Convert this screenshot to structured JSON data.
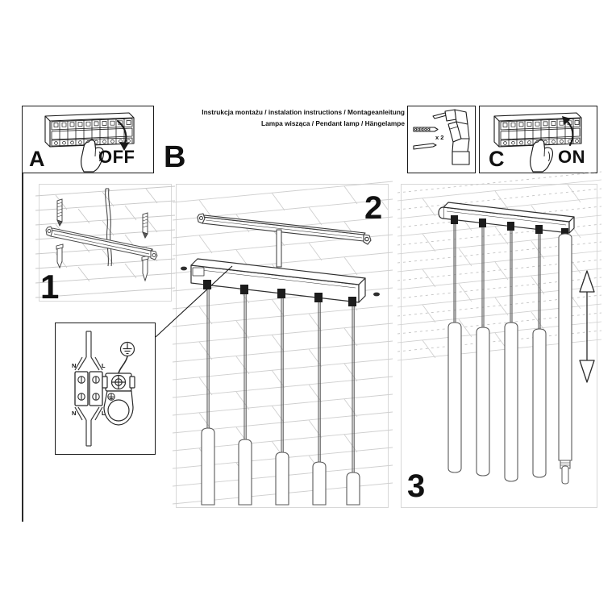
{
  "document": {
    "type": "assembly-instruction-sheet",
    "header_lines": [
      "Instrukcja montażu / instalation instructions / Montageanleitung",
      "Lampa wisząca / Pendant lamp / Hängelampe"
    ],
    "languages": [
      "Polish",
      "English",
      "German"
    ],
    "product": "Pendant lamp / Lampa wisząca / Hängelampe"
  },
  "safety_panels": [
    {
      "letter": "A",
      "label": "OFF",
      "icon": "circuit-breaker-panel-icon",
      "hand": "hand-pressing-icon",
      "arrow": "arrow-down-curved-icon",
      "meaning": "Switch the mains circuit breaker OFF before installation"
    },
    {
      "letter": "C",
      "label": "ON",
      "icon": "circuit-breaker-panel-icon",
      "hand": "hand-pressing-icon",
      "arrow": "arrow-up-curved-icon",
      "meaning": "Switch the mains circuit breaker ON after installation"
    }
  ],
  "letter_b": "B",
  "tools_panel": {
    "name": "drill-and-fixings",
    "drill_icon": "cordless-drill-icon",
    "wall_plug_icon": "wall-plug-icon",
    "screw_icon": "screw-icon",
    "quantity_label": "x 2"
  },
  "steps": [
    {
      "number": "1",
      "name": "mount-bracket-to-ceiling",
      "description": "Fix the mounting bar to the ceiling using 2 screws and wall plugs",
      "ceiling": "brick-pattern-ceiling",
      "parts": [
        "mounting-bar",
        "screw",
        "wall-plug",
        "power-cable"
      ],
      "screw_count": 2,
      "wall_plug_count": 2
    },
    {
      "number": "2",
      "name": "attach-canopy-and-connect-wiring",
      "description": "Attach the canopy bar to the bracket and connect the wiring",
      "ceiling": "brick-pattern-ceiling",
      "pendant_count": 5,
      "cable_grip_count": 5,
      "leader_line": "callout-to-wiring-detail"
    },
    {
      "number": "3",
      "name": "adjust-pendant-heights",
      "description": "Adjust the height of each pendant tube as required",
      "ceiling": "hatched-brick-ceiling",
      "pendant_count": 5,
      "adjust_arrow": "double-headed-vertical-arrow-icon"
    }
  ],
  "wiring_detail": {
    "name": "terminal-block-wiring-diagram",
    "terminal_labels_top": [
      "N",
      "L"
    ],
    "terminal_labels_bottom": [
      "N",
      "L"
    ],
    "earth_symbol": "earth-ground-icon",
    "earth_terminal": "earth-clamp-icon",
    "connector": "two-pole-terminal-block"
  },
  "colors": {
    "line": "#1a1a1a",
    "light_line": "#d8d8d8",
    "mid_line": "#8a8a8a",
    "fill": "#ffffff",
    "grip": "#222222",
    "background": "#ffffff"
  }
}
